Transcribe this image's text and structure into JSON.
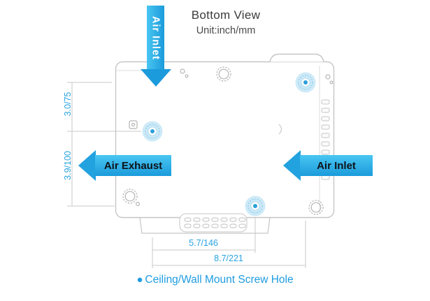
{
  "header": {
    "title": "Bottom View",
    "unit": "Unit:inch/mm"
  },
  "arrows": {
    "top_label": "Air Inlet",
    "left_label": "Air Exhaust",
    "right_label": "Air Inlet"
  },
  "dimensions": {
    "left_upper": "3.0/75",
    "left_lower": "3.9/100",
    "bottom_inner": "5.7/146",
    "bottom_outer": "8.7/221"
  },
  "legend": {
    "bullet": "●",
    "label": "Ceiling/Wall Mount Screw Hole"
  },
  "colors": {
    "arrow_cyan": "#29abe2",
    "dimension_blue": "#2aa3df",
    "legend_blue": "#1e9ce2",
    "outline_gray": "#c6c6c6",
    "screw_highlight": "#bfe4f6",
    "screw_dot_blue": "#2b9fd9"
  }
}
